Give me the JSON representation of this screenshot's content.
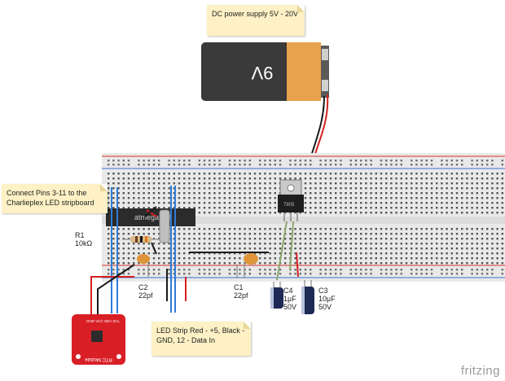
{
  "notes": {
    "power_supply": "DC power supply 5V - 20V",
    "pins": "Connect Pins 3-11 to the Charlieplex LED stripboard",
    "led_strip": "LED Strip Red - +5, Black - GND, 12 - Data In"
  },
  "components": {
    "battery_label": "9V",
    "chip_label": "atmega328",
    "regulator_label": "7805",
    "rtc_label": "RTC Module",
    "rtc_pins": "GND VCC SDA SCL",
    "r1": {
      "name": "R1",
      "value": "10kΩ"
    },
    "c2": {
      "name": "C2",
      "value": "22pf"
    },
    "c1": {
      "name": "C1",
      "value": "22pf"
    },
    "c4": {
      "name": "C4",
      "value1": "1µF",
      "value2": "50V"
    },
    "c3": {
      "name": "C3",
      "value1": "10µF",
      "value2": "50V"
    }
  },
  "branding": {
    "logo": "fritzing"
  },
  "colors": {
    "breadboard": "#e8e8e8",
    "rail_red": "#d9342b",
    "rail_blue": "#3b6fd1",
    "battery_body": "#3a3a3a",
    "battery_label": "#e8a24d",
    "rtc_board": "#d81f26",
    "wire_blue": "#2f7bd8",
    "wire_red": "#d32020",
    "wire_black": "#1a1a1a",
    "wire_green": "#8aa86a"
  }
}
